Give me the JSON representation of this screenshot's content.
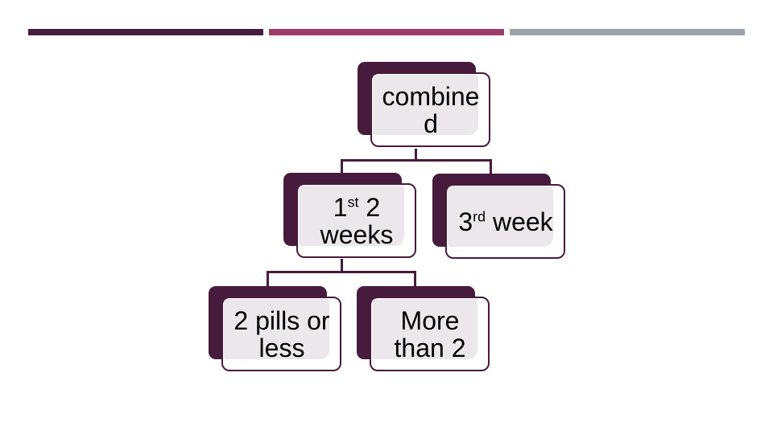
{
  "slide": {
    "background": "#FFFFFF",
    "accent_bars": [
      {
        "name": "dark-plum-bar",
        "color": "#471B3B"
      },
      {
        "name": "rose-bar",
        "color": "#9C3A68"
      },
      {
        "name": "gray-bar",
        "color": "#9DA2A8"
      }
    ],
    "diagram": {
      "type": "hierarchy",
      "colors": {
        "shape_shadow": "#471B3B",
        "shape_border": "#471B3B",
        "shape_fill": "#ECE7EA",
        "frame_fill": "#FFFFFF",
        "connector": "#471B3B",
        "text": "#000000"
      },
      "nodes": [
        {
          "id": "combined",
          "label": "combined",
          "line1": "combine",
          "line2": "d",
          "parent": null,
          "level": 1
        },
        {
          "id": "first-2-weeks",
          "label": "1st 2 weeks",
          "line1_num": "1",
          "line1_sup": "st",
          "line1_rest": " 2",
          "line2": "weeks",
          "parent": "combined",
          "level": 2
        },
        {
          "id": "third-week",
          "label": "3rd week",
          "line1_num": "3",
          "line1_sup": "rd",
          "line1_rest": " week",
          "parent": "combined",
          "level": 2
        },
        {
          "id": "two-pills-or-less",
          "label": "2 pills or less",
          "line1": "2 pills or",
          "line2": "less",
          "parent": "first-2-weeks",
          "level": 3
        },
        {
          "id": "more-than-2",
          "label": "More than 2",
          "line1": "More",
          "line2": "than 2",
          "parent": "first-2-weeks",
          "level": 3
        }
      ]
    }
  }
}
